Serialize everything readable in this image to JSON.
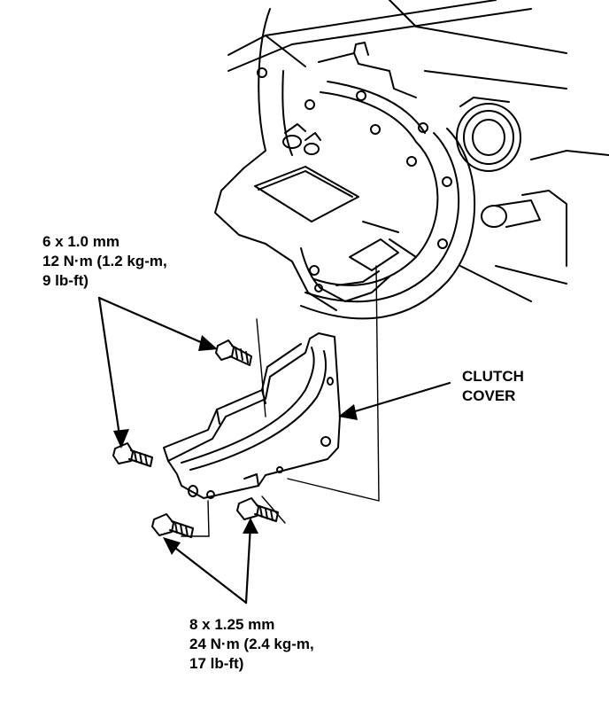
{
  "callouts": {
    "upper_bolt_spec": {
      "size": "6 x 1.0 mm",
      "torque_line1": "12 N·m (1.2 kg-m,",
      "torque_line2": "9 lb-ft)"
    },
    "clutch_cover": {
      "line1": "CLUTCH",
      "line2": "COVER"
    },
    "lower_bolt_spec": {
      "size": "8 x 1.25 mm",
      "torque_line1": "24 N·m (2.4 kg-m,",
      "torque_line2": "17 lb-ft)"
    }
  },
  "icons": [
    "bolt-icon",
    "arrow-icon"
  ],
  "colors": {
    "ink": "#000000",
    "paper": "#ffffff"
  }
}
